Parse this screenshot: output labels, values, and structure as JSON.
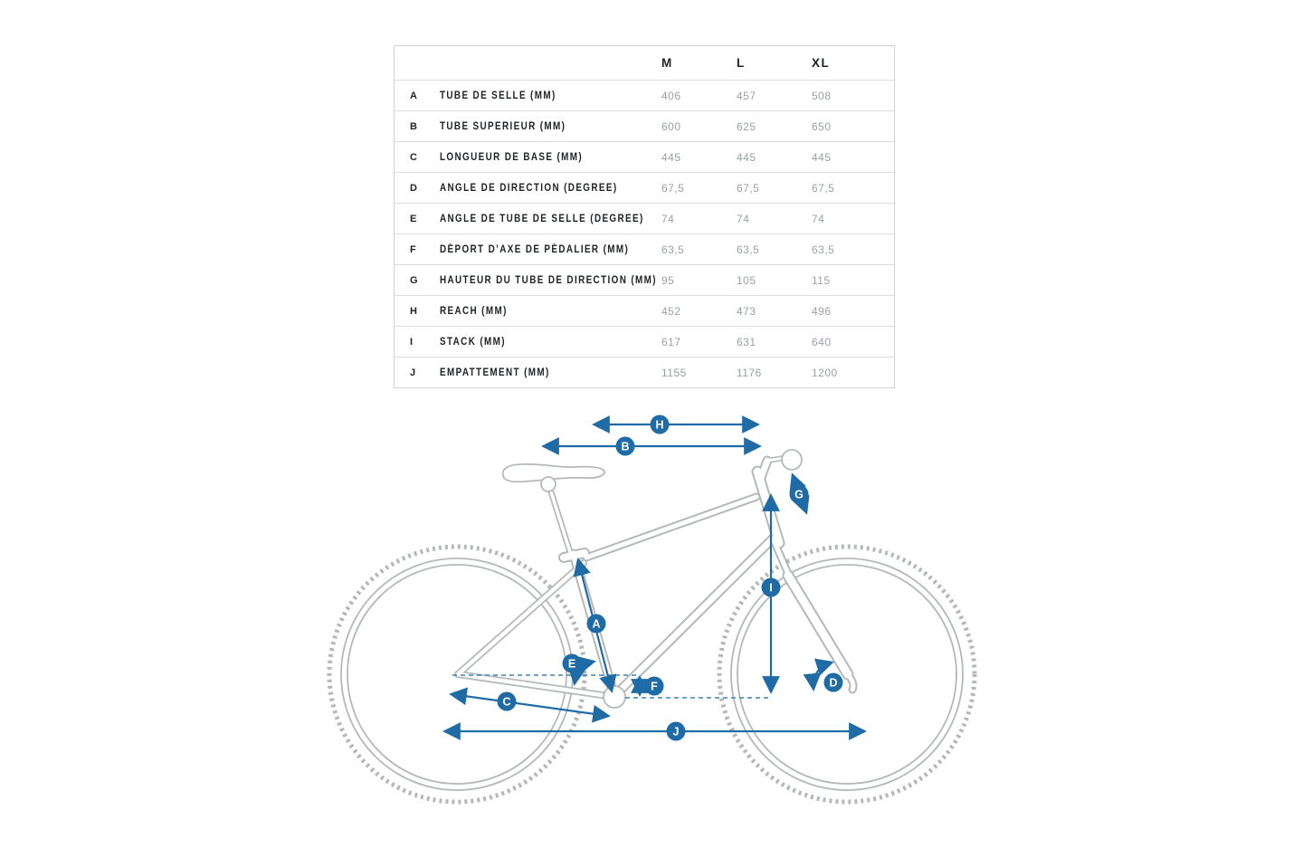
{
  "colors": {
    "accent_blue": "#1e6ba6",
    "bike_outline_gray": "#b5b8ba",
    "value_text_gray": "#9aa0a4",
    "label_text": "#202325"
  },
  "table": {
    "columns": [
      "M",
      "L",
      "XL"
    ],
    "rows": [
      {
        "letter": "A",
        "label": "TUBE DE SELLE (MM)",
        "values": [
          "406",
          "457",
          "508"
        ]
      },
      {
        "letter": "B",
        "label": "TUBE SUPERIEUR (MM)",
        "values": [
          "600",
          "625",
          "650"
        ]
      },
      {
        "letter": "C",
        "label": "LONGUEUR DE BASE (MM)",
        "values": [
          "445",
          "445",
          "445"
        ]
      },
      {
        "letter": "D",
        "label": "ANGLE DE DIRECTION (DEGREE)",
        "values": [
          "67,5",
          "67,5",
          "67,5"
        ]
      },
      {
        "letter": "E",
        "label": "ANGLE DE TUBE DE SELLE (DEGREE)",
        "values": [
          "74",
          "74",
          "74"
        ]
      },
      {
        "letter": "F",
        "label": "DÉPORT D’AXE DE PÉDALIER (MM)",
        "values": [
          "63,5",
          "63,5",
          "63,5"
        ]
      },
      {
        "letter": "G",
        "label": "HAUTEUR DU TUBE DE DIRECTION (MM)",
        "values": [
          "95",
          "105",
          "115"
        ]
      },
      {
        "letter": "H",
        "label": "REACH (MM)",
        "values": [
          "452",
          "473",
          "496"
        ]
      },
      {
        "letter": "I",
        "label": "STACK (MM)",
        "values": [
          "617",
          "631",
          "640"
        ]
      },
      {
        "letter": "J",
        "label": "EMPATTEMENT (MM)",
        "values": [
          "1155",
          "1176",
          "1200"
        ]
      }
    ]
  },
  "diagram": {
    "markers": [
      {
        "label": "A"
      },
      {
        "label": "B"
      },
      {
        "label": "C"
      },
      {
        "label": "D"
      },
      {
        "label": "E"
      },
      {
        "label": "F"
      },
      {
        "label": "G"
      },
      {
        "label": "H"
      },
      {
        "label": "I"
      },
      {
        "label": "J"
      }
    ]
  }
}
